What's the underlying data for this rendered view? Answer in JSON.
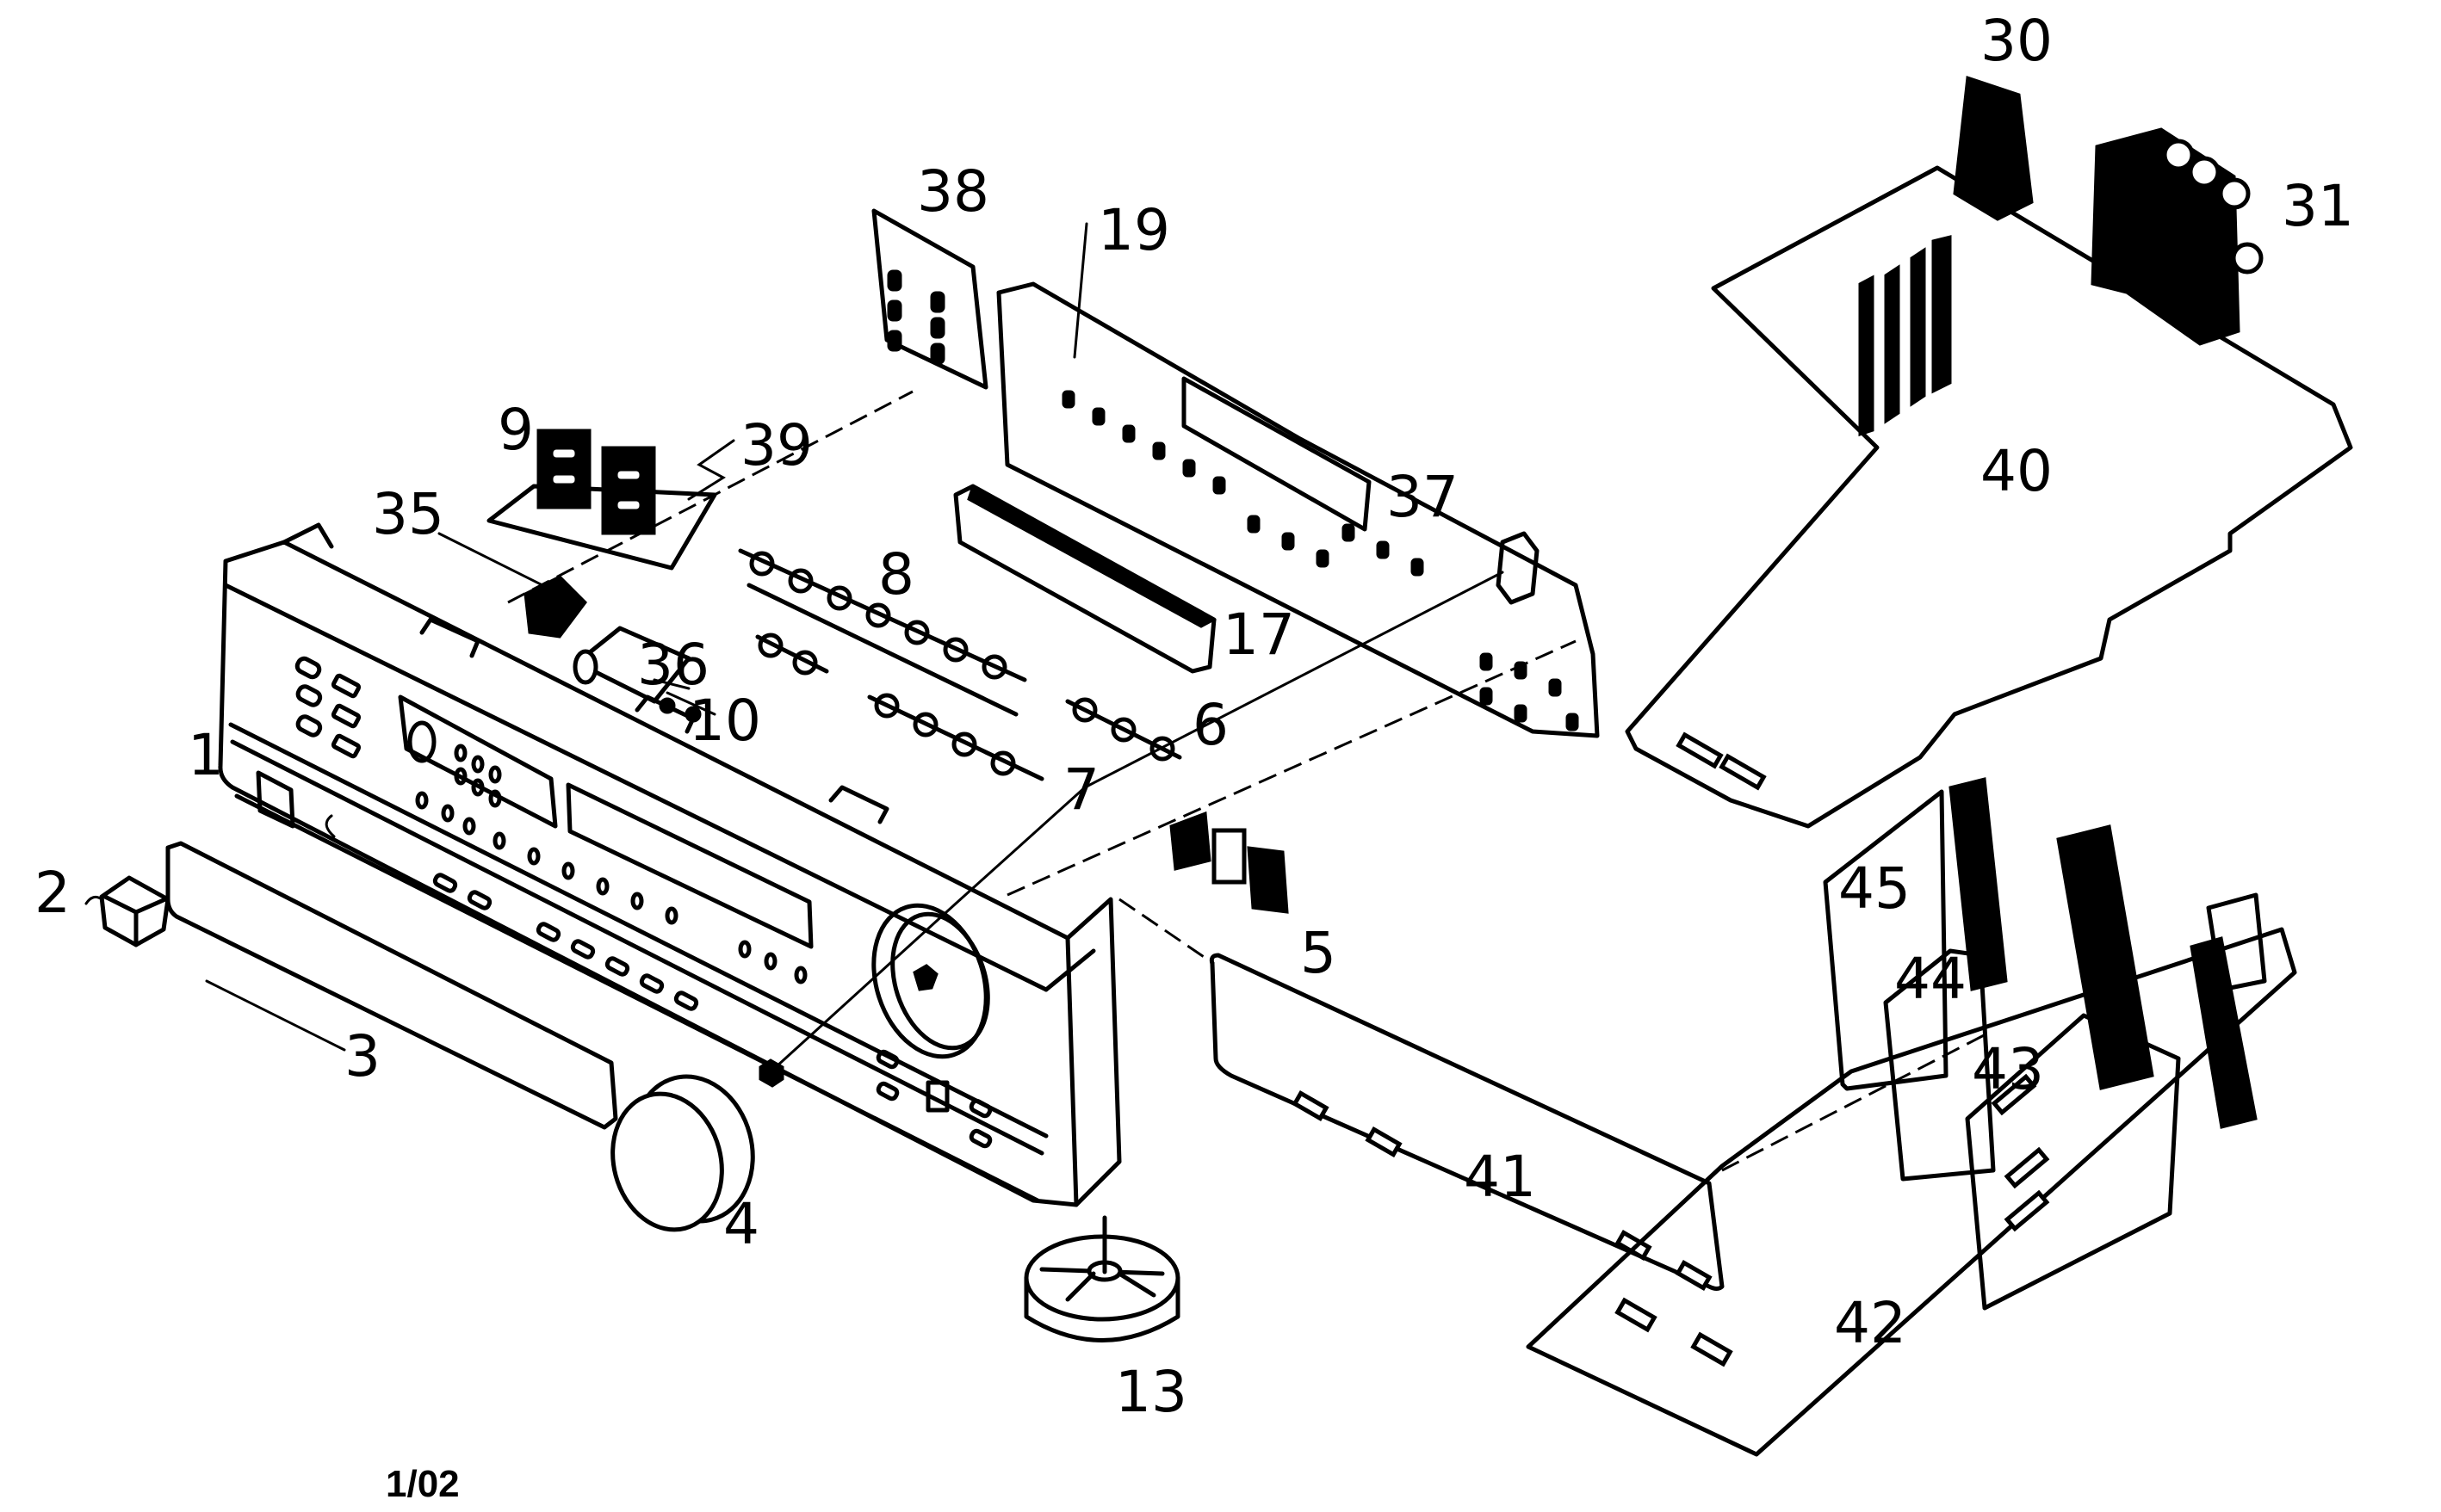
{
  "document": {
    "type": "exploded parts diagram",
    "footer_code": "1/02"
  },
  "parts": [
    {
      "id": "1",
      "label": "1"
    },
    {
      "id": "2",
      "label": "2"
    },
    {
      "id": "3",
      "label": "3"
    },
    {
      "id": "4",
      "label": "4"
    },
    {
      "id": "5",
      "label": "5"
    },
    {
      "id": "6",
      "label": "6"
    },
    {
      "id": "7",
      "label": "7"
    },
    {
      "id": "8",
      "label": "8"
    },
    {
      "id": "9",
      "label": "9"
    },
    {
      "id": "10",
      "label": "10"
    },
    {
      "id": "13",
      "label": "13"
    },
    {
      "id": "17",
      "label": "17"
    },
    {
      "id": "19",
      "label": "19"
    },
    {
      "id": "30",
      "label": "30"
    },
    {
      "id": "31",
      "label": "31"
    },
    {
      "id": "35",
      "label": "35"
    },
    {
      "id": "36",
      "label": "36"
    },
    {
      "id": "37",
      "label": "37"
    },
    {
      "id": "38",
      "label": "38"
    },
    {
      "id": "39",
      "label": "39"
    },
    {
      "id": "40",
      "label": "40"
    },
    {
      "id": "41",
      "label": "41"
    },
    {
      "id": "42",
      "label": "42"
    },
    {
      "id": "43",
      "label": "43"
    },
    {
      "id": "44",
      "label": "44"
    },
    {
      "id": "45",
      "label": "45"
    }
  ]
}
